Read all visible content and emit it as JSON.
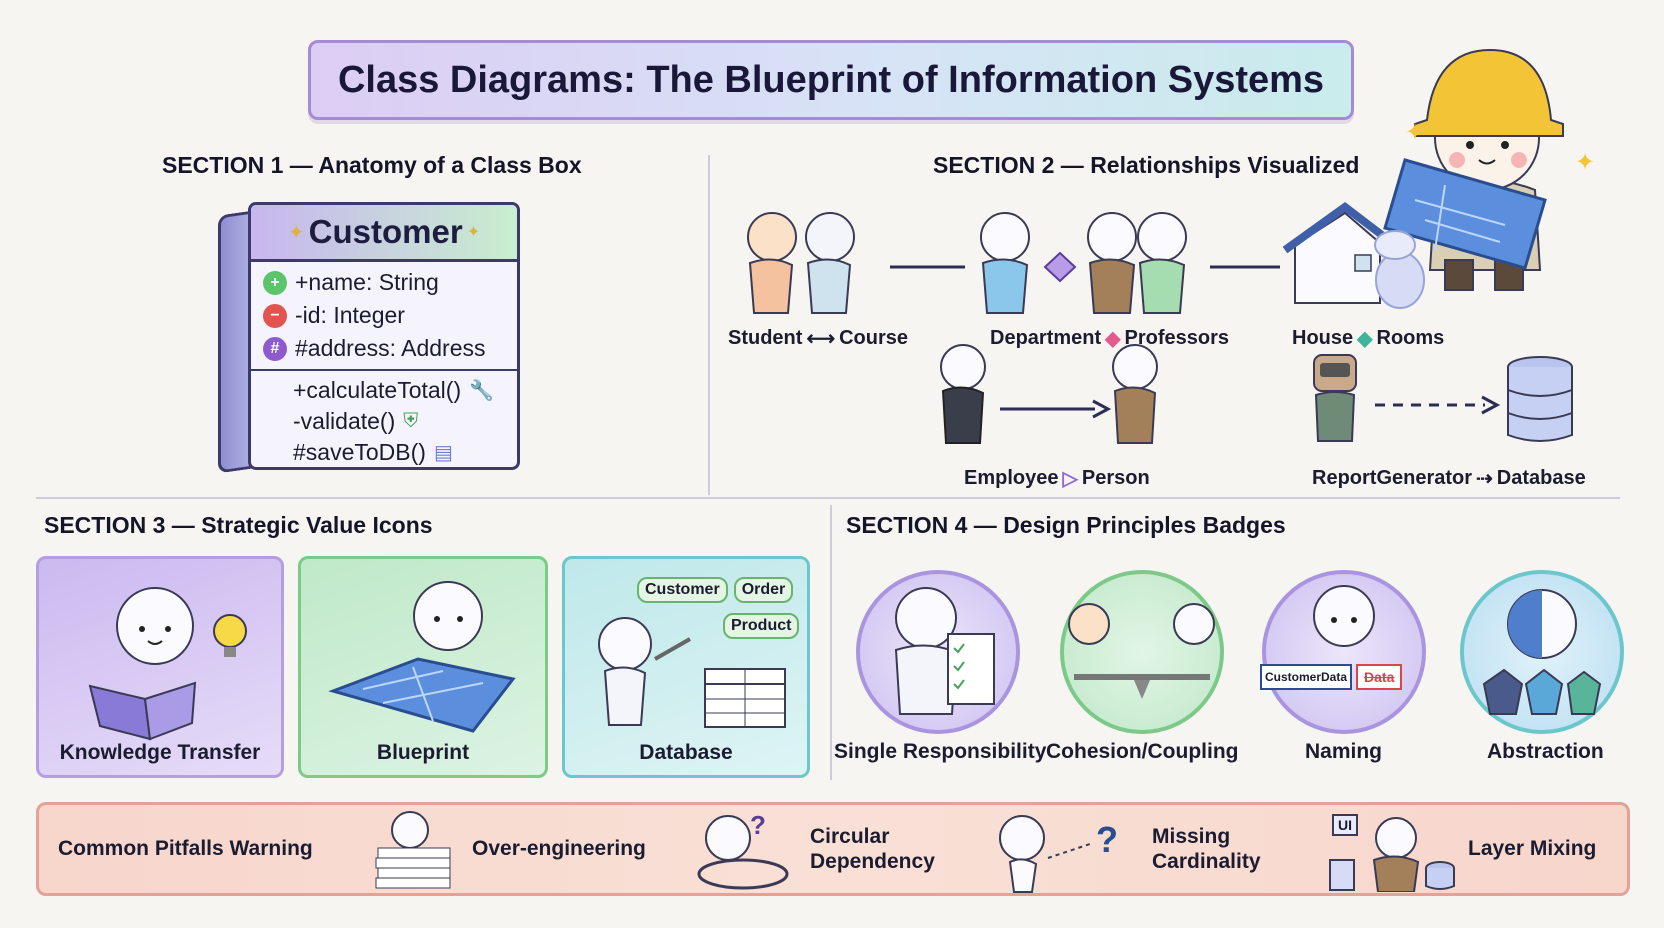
{
  "title": "Class Diagrams: The Blueprint of Information Systems",
  "section1": {
    "heading": "SECTION 1 — Anatomy of a Class Box",
    "class_name": "Customer",
    "attributes": [
      {
        "text": "+name: String",
        "color": "#5cc46a",
        "icon": "plus-icon"
      },
      {
        "text": "-id: Integer",
        "color": "#e2544f",
        "icon": "minus-icon"
      },
      {
        "text": "#address: Address",
        "color": "#8e5ad0",
        "icon": "hash-icon"
      }
    ],
    "methods": [
      {
        "text": "+calculateTotal()",
        "icon": "wrench-icon"
      },
      {
        "text": "-validate()",
        "icon": "shield-icon"
      },
      {
        "text": "#saveToDB()",
        "icon": "database-icon"
      }
    ]
  },
  "section2": {
    "heading": "SECTION 2 — Relationships Visualized",
    "relations": [
      {
        "from": "Student",
        "to": "Course",
        "kind": "association"
      },
      {
        "from": "Department",
        "to": "Professors",
        "kind": "aggregation"
      },
      {
        "from": "House",
        "to": "Rooms",
        "kind": "composition"
      },
      {
        "from": "Employee",
        "to": "Person",
        "kind": "inheritance"
      },
      {
        "from": "ReportGenerator",
        "to": "Database",
        "kind": "dependency"
      }
    ]
  },
  "section3": {
    "heading": "SECTION 3 — Strategic Value Icons",
    "cards": [
      {
        "label": "Knowledge Transfer"
      },
      {
        "label": "Blueprint"
      },
      {
        "label": "Database"
      }
    ],
    "db_tags": [
      "Customer",
      "Order",
      "Product"
    ]
  },
  "section4": {
    "heading": "SECTION 4 — Design Principles Badges",
    "badges": [
      {
        "label": "Single Responsibility"
      },
      {
        "label": "Cohesion/Coupling"
      },
      {
        "label": "Naming"
      },
      {
        "label": "Abstraction"
      }
    ],
    "naming_tags": [
      "CustomerData",
      "Data"
    ]
  },
  "pitfalls": {
    "title": "Common Pitfalls Warning",
    "items": [
      {
        "label": "Over-engineering"
      },
      {
        "label_line1": "Circular",
        "label_line2": "Dependency"
      },
      {
        "label_line1": "Missing",
        "label_line2": "Cardinality"
      },
      {
        "label": "Layer Mixing"
      }
    ],
    "ui_tag": "UI"
  },
  "colors": {
    "accent_purple": "#a58ad6",
    "accent_green": "#7cc98a",
    "accent_teal": "#6cc7cc",
    "pitfall_red": "#e2a296"
  }
}
